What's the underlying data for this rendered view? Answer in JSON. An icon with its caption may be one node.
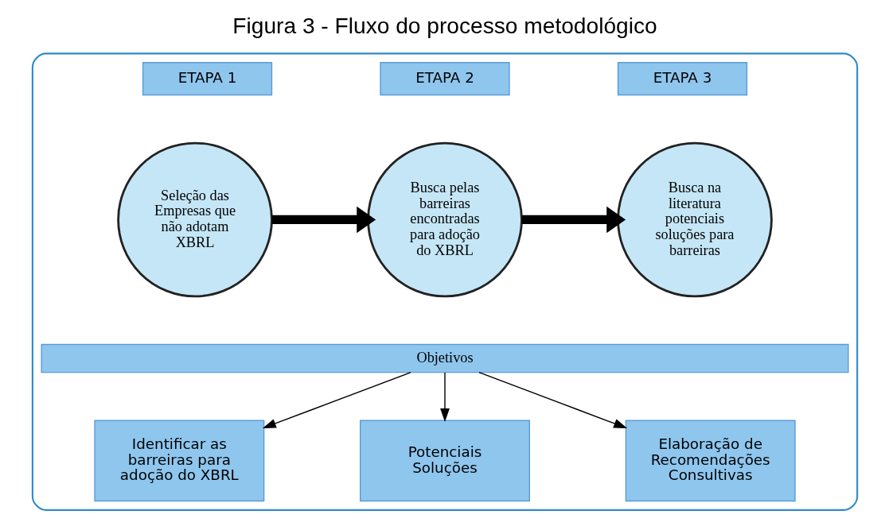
{
  "diagram": {
    "title": "Figura 3 - Fluxo do processo metodológico",
    "nodes": [
      {
        "text": [],
        "shape": "box"
      },
      {
        "text": [
          "ETAPA 1"
        ],
        "in": 0
      },
      {
        "text": [
          "ETAPA 2"
        ],
        "in": 0
      },
      {
        "text": [
          "ETAPA 3"
        ],
        "in": 0
      },
      {
        "text": [
          "Seleção das Empresas que não adotam XBRL"
        ],
        "in": 0
      },
      {
        "text": [
          "Busca pelas barreiras encontradas para adoção do XBRL"
        ],
        "in": 0
      },
      {
        "text": [
          "Busca na literatura potenciais soluções para barreiras"
        ],
        "in": 0
      },
      {
        "text": [
          "Objetivos"
        ],
        "in": 0
      },
      {
        "text": [
          "Identificar as barreiras para adoção do XBRL"
        ],
        "in": 0
      },
      {
        "text": [
          "Potenciais Soluções"
        ],
        "in": 0
      },
      {
        "text": [
          "Elaboração de Recomendações Consultivas"
        ],
        "in": 0
      }
    ],
    "edges": [
      {
        "from": 4,
        "to": 5,
        "arrow": "to",
        "style": "thick"
      },
      {
        "from": 5,
        "to": 6,
        "arrow": "to",
        "style": "thick"
      },
      {
        "from": 7,
        "to": 8,
        "arrow": "to"
      },
      {
        "from": 7,
        "to": 9,
        "arrow": "to"
      },
      {
        "from": 7,
        "to": 10,
        "arrow": "to"
      }
    ]
  }
}
